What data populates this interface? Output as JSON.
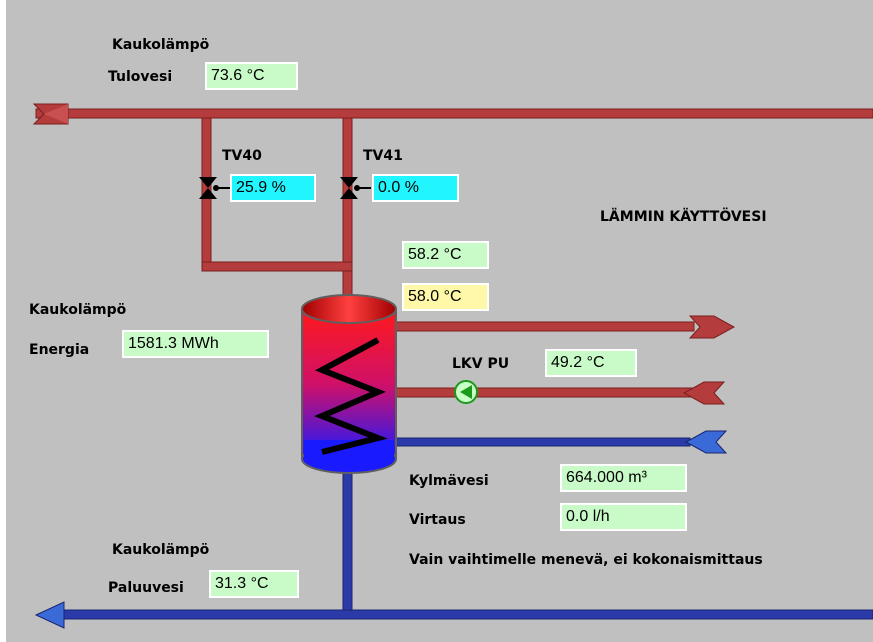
{
  "supply": {
    "title": "Kaukolämpö",
    "label": "Tulovesi",
    "value": "73.6 °C"
  },
  "valves": [
    {
      "name": "TV40",
      "value": "25.9 %"
    },
    {
      "name": "TV41",
      "value": "0.0 %"
    }
  ],
  "hot_water": {
    "title": "LÄMMIN KÄYTTÖVESI",
    "temp_1": "58.2 °C",
    "temp_2": "58.0 °C",
    "pump_label": "LKV PU",
    "pump_temp": "49.2 °C"
  },
  "energy": {
    "title": "Kaukolämpö",
    "label": "Energia",
    "value": "1581.3 MWh"
  },
  "cold_water": {
    "volume_label": "Kylmävesi",
    "volume_value": "664.000 m³",
    "flow_label": "Virtaus",
    "flow_value": "0.0 l/h",
    "note": "Vain vaihtimelle menevä, ei kokonaismittaus"
  },
  "return": {
    "title": "Kaukolämpö",
    "label": "Paluuvesi",
    "value": "31.3 °C"
  },
  "colors": {
    "panel": "#c0c0c0",
    "hot_pipe": "#b43c3c",
    "cold_pipe": "#2a3aa8",
    "value_box": "#c8fbc8",
    "valve_box": "#21f6ff",
    "highlight_box": "#fff8a8"
  }
}
